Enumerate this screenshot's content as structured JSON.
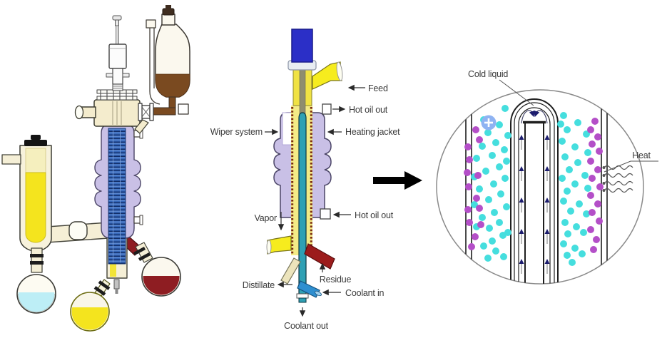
{
  "middle_schematic": {
    "labels": {
      "feed": "Feed",
      "hot_oil_out_top": "Hot oil out",
      "wiper_system": "Wiper system",
      "heating_jacket": "Heating jacket",
      "vapor": "Vapor",
      "hot_oil_out_bottom": "Hot oil out",
      "distillate": "Distillate",
      "residue": "Residue",
      "coolant_in": "Coolant in",
      "coolant_out": "Coolant out"
    }
  },
  "molecular_view": {
    "labels": {
      "cold_liquid": "Cold liquid",
      "heat": "Heat"
    },
    "icons": {
      "plus_overlay": "plus-icon",
      "heat_waves": "heat-waves-icon",
      "up_flow_arrows": "up-arrow-icons"
    }
  },
  "transition": {
    "icon": "right-arrow-icon"
  },
  "colors": {
    "motor_blue": "#2b2fc7",
    "jacket_lavender": "#c9c0e6",
    "column_yellow": "#f0e243",
    "inner_column_yellow": "#f4eb86",
    "tube_teal": "#2fa0b4",
    "residue_red": "#9c1c1c",
    "coolant_blue": "#2f8fd0",
    "distillate_beige": "#ece4bc",
    "funnel_yellow": "#f6ec1e",
    "dot_cyan": "#45dede",
    "dot_magenta": "#b44fc8",
    "arrow_navy": "#1c1c6e",
    "coil_blue": "#3566b8",
    "liquid_cyan": "#bdeef6",
    "liquid_yellow": "#f4e41e",
    "liquid_dark_red": "#8e1d22",
    "liquid_brown": "#7a4a20",
    "glass_cream": "#f5efd6",
    "plus_icon_blue": "#8fb3f2"
  }
}
